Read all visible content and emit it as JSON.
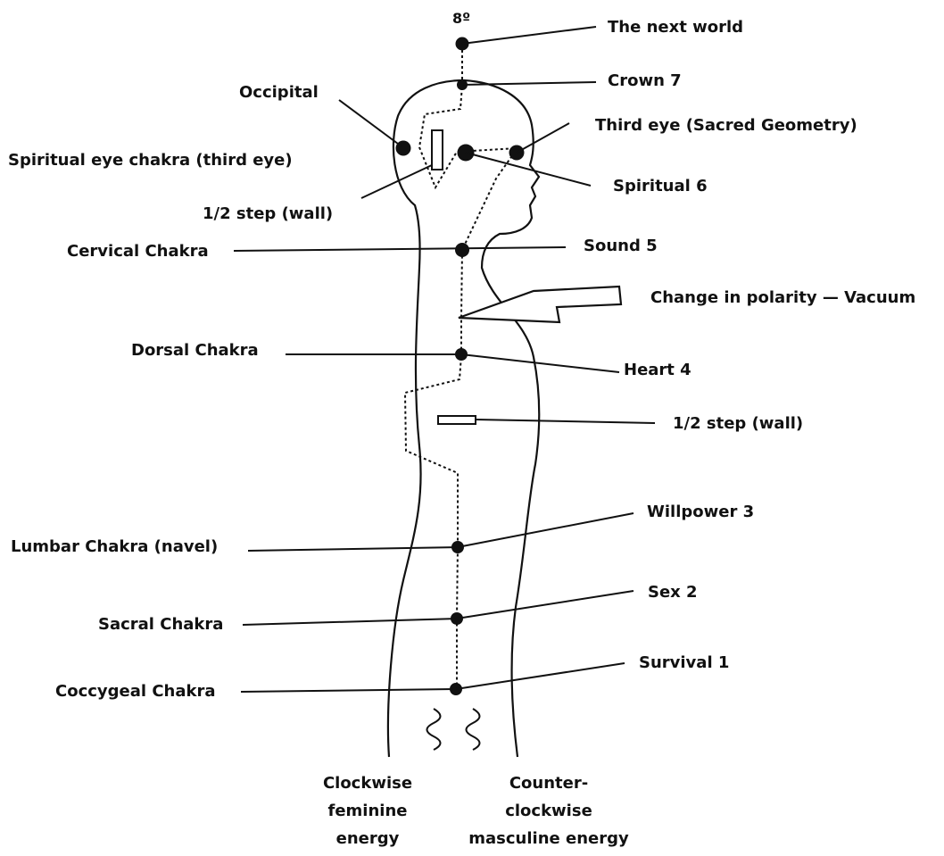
{
  "top_marker": "8º",
  "labels": {
    "next_world": "The next world",
    "crown": "Crown  7",
    "occipital": "Occipital",
    "third_eye_sacred": "Third eye (Sacred Geometry)",
    "spiritual_eye": "Spiritual eye chakra (third eye)",
    "spiritual": "Spiritual  6",
    "half_step_head": "1/2 step (wall)",
    "cervical": "Cervical Chakra",
    "sound": "Sound 5",
    "polarity": "Change in polarity — Vacuum",
    "dorsal": "Dorsal Chakra",
    "heart": "Heart 4",
    "half_step_body": "1/2 step (wall)",
    "willpower": "Willpower 3",
    "lumbar": "Lumbar Chakra (navel)",
    "sex": "Sex 2",
    "sacral": "Sacral Chakra",
    "survival": "Survival 1",
    "coccygeal": "Coccygeal Chakra"
  },
  "captions": {
    "clockwise": [
      "Clockwise",
      "feminine",
      "energy"
    ],
    "counter": [
      "Counter-",
      "clockwise",
      "masculine energy"
    ]
  },
  "colors": {
    "ink": "#111111",
    "background": "#ffffff"
  }
}
